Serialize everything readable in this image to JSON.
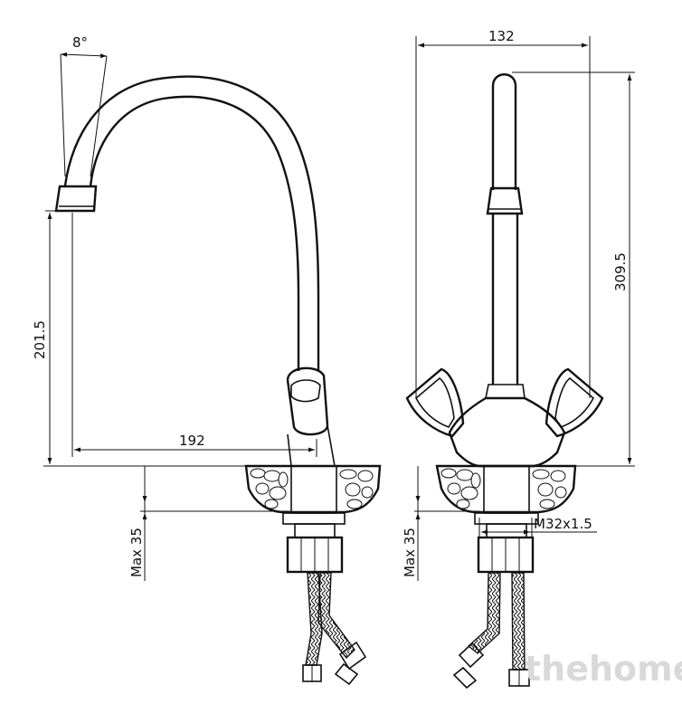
{
  "side_view": {
    "angle_label": "8°",
    "height_label": "201.5",
    "reach_label": "192",
    "max_label": "Max 35"
  },
  "front_view": {
    "width_label": "132",
    "height_label": "309.5",
    "thread_label": "M32x1.5",
    "max_label": "Max 35"
  },
  "watermark": "thehome",
  "colors": {
    "line": "#111111",
    "watermark": "#d9d9d9",
    "background": "#ffffff"
  }
}
